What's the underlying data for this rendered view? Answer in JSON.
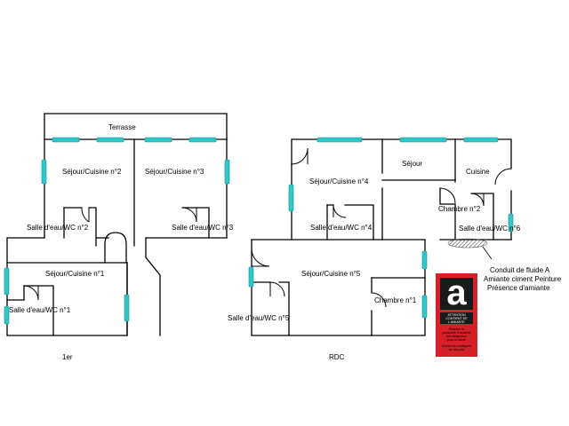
{
  "plan": {
    "floors": {
      "upper": "1er",
      "ground": "RDC"
    },
    "rooms": {
      "terrasse": "Terrasse",
      "sejour_cuisine_2": "Séjour/Cuisine n°2",
      "sejour_cuisine_3": "Séjour/Cuisine n°3",
      "salle_eau_2": "Salle d'eau/WC n°2",
      "salle_eau_3": "Salle d'eau/WC n°3",
      "sejour_cuisine_1": "Séjour/Cuisine n°1",
      "salle_eau_1": "Salle d'eau/WC n°1",
      "sejour_cuisine_4": "Séjour/Cuisine n°4",
      "salle_eau_4": "Salle d'eau/WC n°4",
      "sejour": "Séjour",
      "cuisine": "Cuisine",
      "chambre_2": "Chambre n°2",
      "salle_eau_6": "Salle d'eau/WC n°6",
      "sejour_cuisine_5": "Séjour/Cuisine n°5",
      "chambre_1": "Chambre n°1",
      "salle_eau_5": "Salle d'eau/WC n°5"
    },
    "annotation": {
      "line1": "Conduit de fluide A",
      "line2": "Amiante ciment Peinture",
      "line3": "Présence d'amiante"
    },
    "badge": {
      "letter": "a",
      "caption": [
        "ATTENTION",
        "CONTIENT DE",
        "L'AMIANTE"
      ],
      "small": [
        "Respirer la",
        "poussière d'amiante",
        "est dangereux",
        "pour la santé",
        "Suivre les consignes",
        "de sécurité"
      ]
    },
    "colors": {
      "window": "#2fc8c8",
      "badge_red": "#d62027",
      "badge_black": "#1a1a1a",
      "hatch": "#555555"
    }
  }
}
